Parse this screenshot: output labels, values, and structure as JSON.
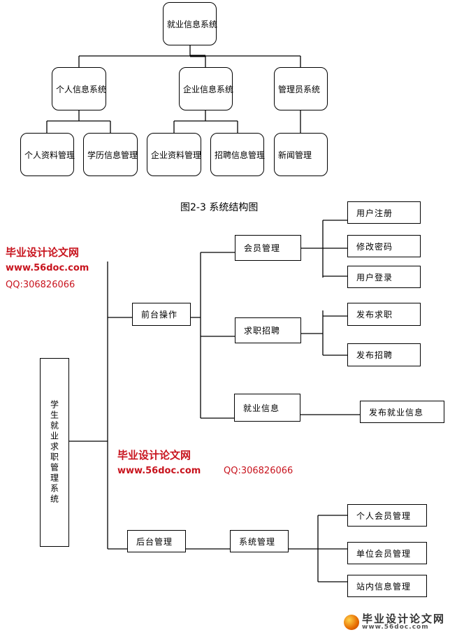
{
  "top_diagram": {
    "root": "就业信息系统",
    "level2": [
      "个人信息系统",
      "企业信息系统",
      "管理员系统"
    ],
    "level3": [
      "个人资料管理",
      "学历信息管理",
      "企业资料管理",
      "招聘信息管理",
      "新闻管理"
    ],
    "caption": "图2-3 系统结构图"
  },
  "bottom_diagram": {
    "root": "学生就业求职管理系统",
    "front": "前台操作",
    "front_children": [
      "会员管理",
      "求职招聘",
      "就业信息"
    ],
    "member_children": [
      "用户注册",
      "修改密码",
      "用户登录"
    ],
    "job_children": [
      "发布求职",
      "发布招聘"
    ],
    "employment_children": [
      "发布就业信息"
    ],
    "back": "后台管理",
    "system": "系统管理",
    "system_children": [
      "个人会员管理",
      "单位会员管理",
      "站内信息管理"
    ]
  },
  "watermarks": {
    "site_cn": "毕业设计论文网",
    "url": "www.56doc.com",
    "qq": "QQ:306826066"
  },
  "logo": {
    "cn": "毕业设计论文网",
    "url": "www.56doc.com"
  }
}
